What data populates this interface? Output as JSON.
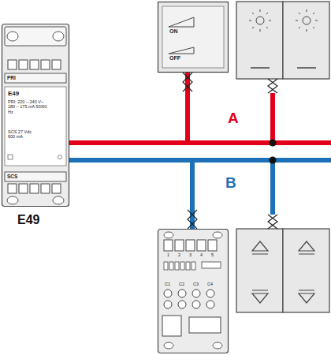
{
  "diagram": {
    "nodes": [
      {
        "text": [
          "PRI",
          "E49",
          "PRI: 220 – 240 V~ 180 – 175 mA 50/60 Hz",
          "SCS 27 Vdc 600 mA",
          "SCS",
          "E49"
        ]
      },
      {
        "text": [
          "ON",
          "OFF"
        ]
      },
      {
        "text": []
      }
    ],
    "edges": [
      {
        "from": 0,
        "to": 1,
        "arrow": "none"
      },
      {
        "from": 0,
        "to": 2,
        "arrow": "none"
      }
    ],
    "labels": [
      "A",
      "B",
      "1",
      "2",
      "3",
      "4",
      "5",
      "C1",
      "C2",
      "C3",
      "C4"
    ]
  }
}
